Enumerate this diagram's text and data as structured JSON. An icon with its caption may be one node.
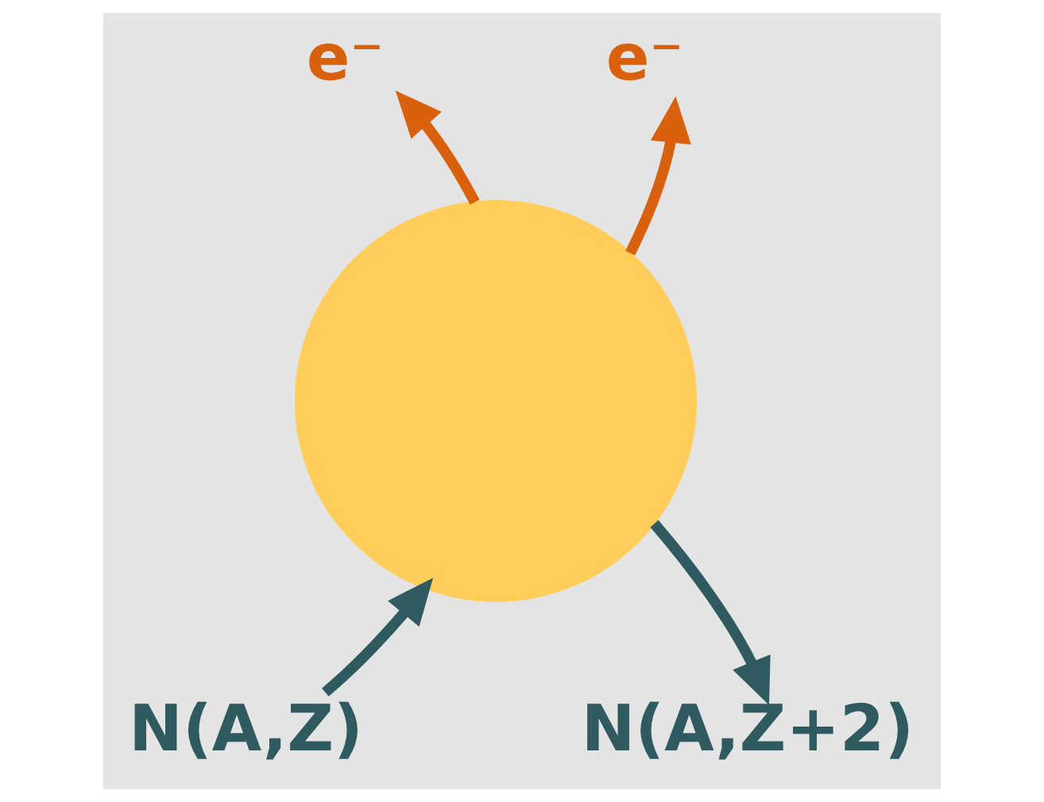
{
  "diagram": {
    "nodes": [
      {
        "text": [
          "e⁻"
        ]
      },
      {
        "text": [
          "e⁻"
        ]
      },
      {
        "text": [],
        "shape": "circle"
      },
      {
        "text": [
          "N(A,Z)"
        ]
      },
      {
        "text": [
          "N(A,Z+2)"
        ]
      }
    ],
    "edges": [
      {
        "from": 2,
        "to": 0,
        "arrow": "to",
        "color": "#d9610e"
      },
      {
        "from": 2,
        "to": 1,
        "arrow": "to",
        "color": "#d9610e"
      },
      {
        "from": 3,
        "to": 2,
        "arrow": "to",
        "color": "#2e5a60"
      },
      {
        "from": 2,
        "to": 4,
        "arrow": "to",
        "color": "#2e5a60"
      }
    ]
  }
}
